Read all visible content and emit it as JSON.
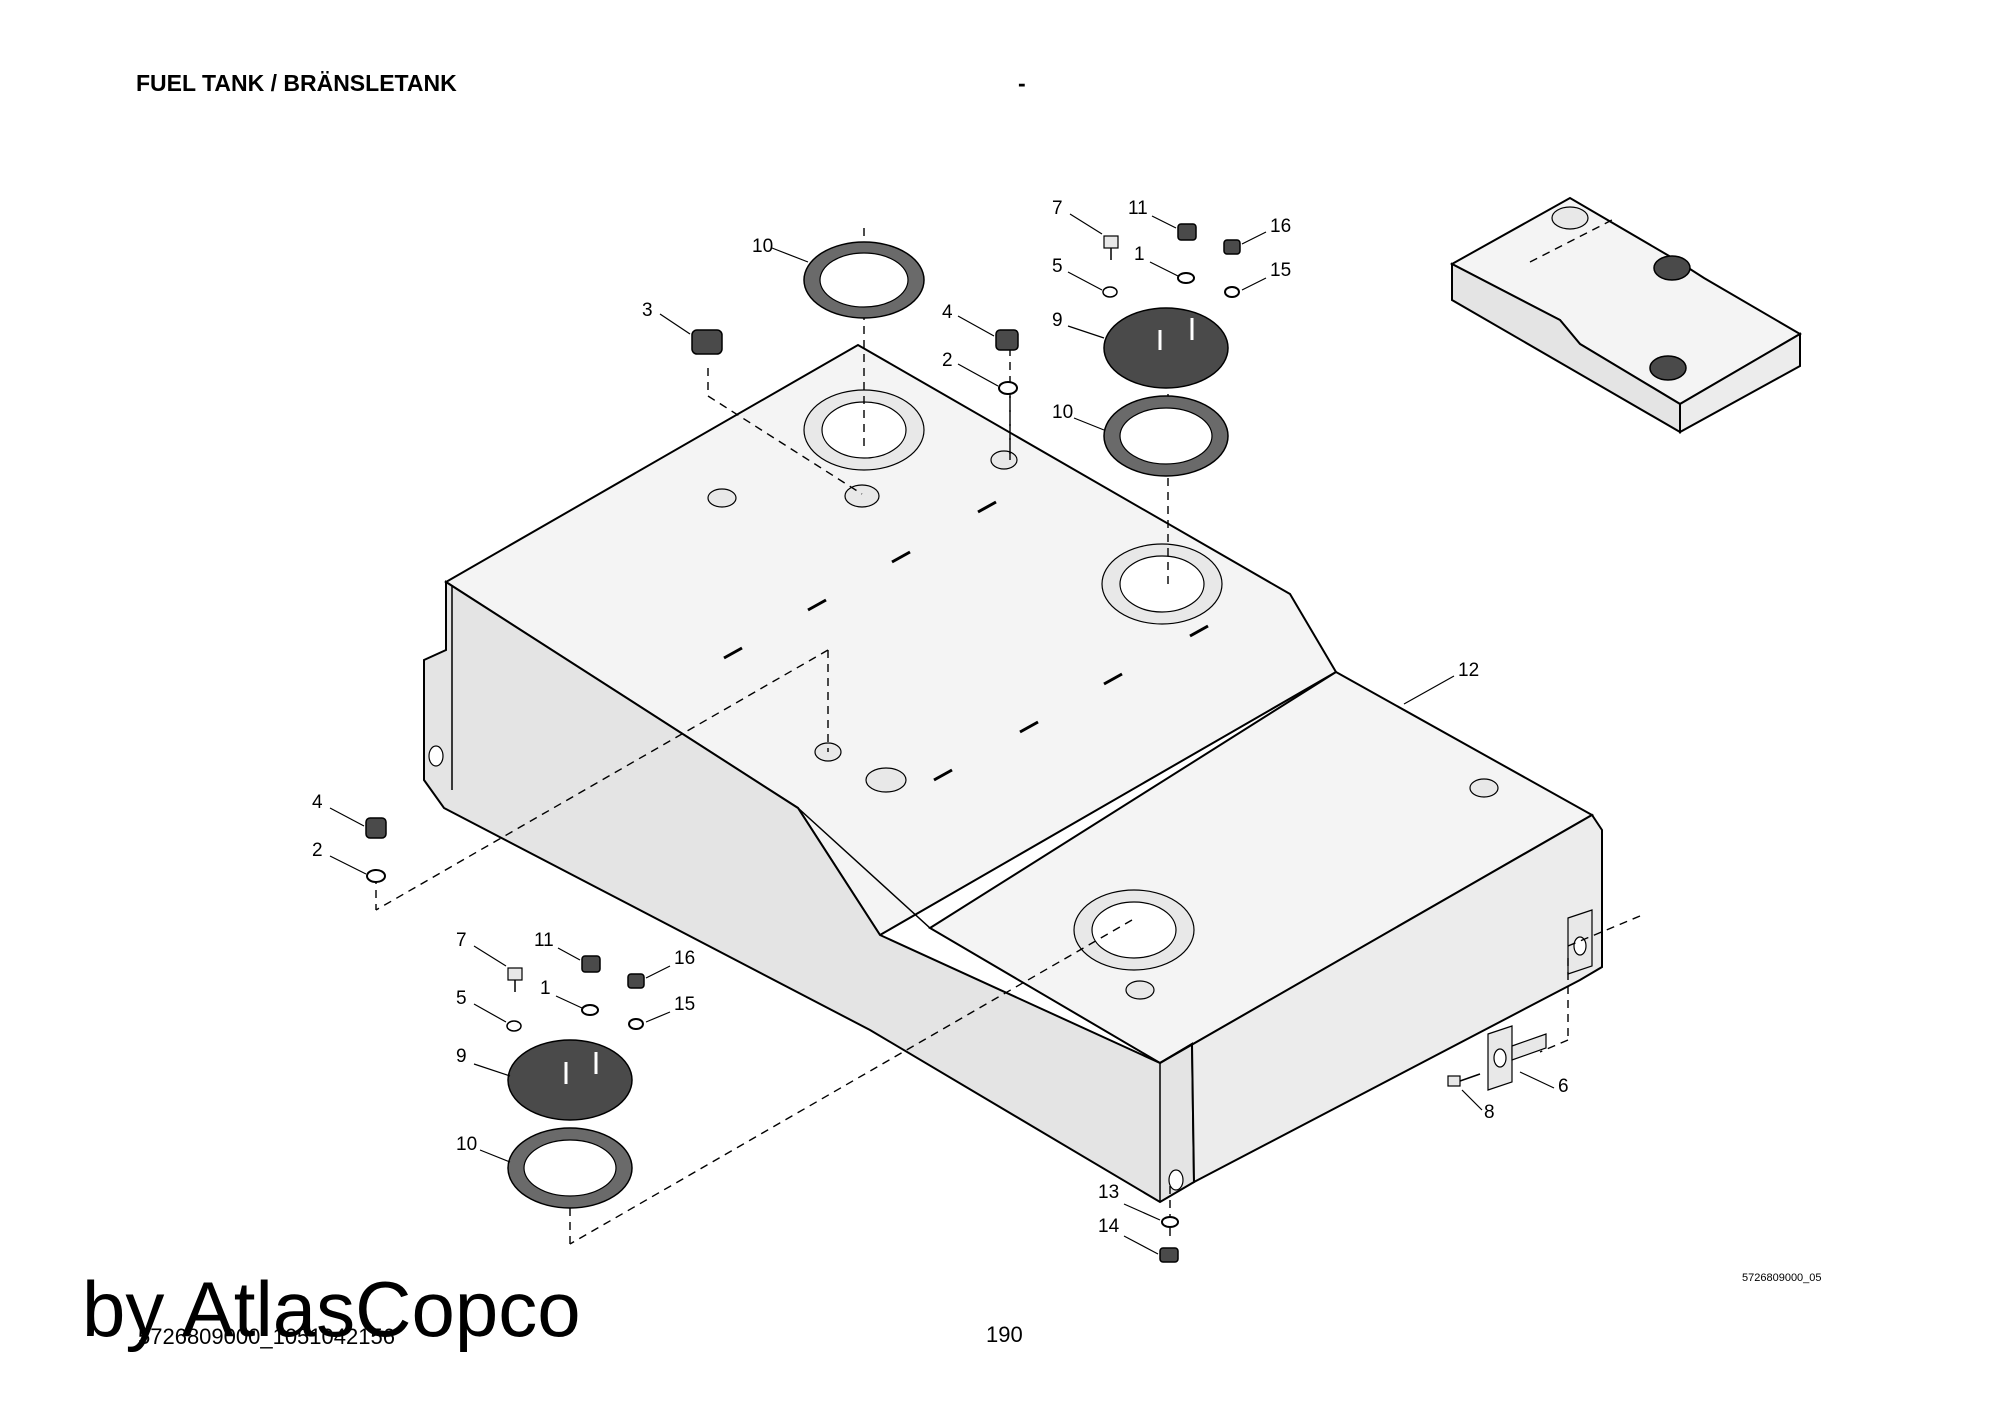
{
  "header": {
    "title": "FUEL TANK / BRÄNSLETANK",
    "dash": "-"
  },
  "callouts": [
    {
      "id": "c-10-top",
      "text": "10"
    },
    {
      "id": "c-3",
      "text": "3"
    },
    {
      "id": "c-4-top",
      "text": "4"
    },
    {
      "id": "c-2-top",
      "text": "2"
    },
    {
      "id": "c-7-top",
      "text": "7"
    },
    {
      "id": "c-11-top",
      "text": "11"
    },
    {
      "id": "c-16-top",
      "text": "16"
    },
    {
      "id": "c-5-top",
      "text": "5"
    },
    {
      "id": "c-1-top",
      "text": "1"
    },
    {
      "id": "c-15-top",
      "text": "15"
    },
    {
      "id": "c-9-top",
      "text": "9"
    },
    {
      "id": "c-10-mid",
      "text": "10"
    },
    {
      "id": "c-12",
      "text": "12"
    },
    {
      "id": "c-4-left",
      "text": "4"
    },
    {
      "id": "c-2-left",
      "text": "2"
    },
    {
      "id": "c-7-bot",
      "text": "7"
    },
    {
      "id": "c-11-bot",
      "text": "11"
    },
    {
      "id": "c-16-bot",
      "text": "16"
    },
    {
      "id": "c-5-bot",
      "text": "5"
    },
    {
      "id": "c-1-bot",
      "text": "1"
    },
    {
      "id": "c-15-bot",
      "text": "15"
    },
    {
      "id": "c-9-bot",
      "text": "9"
    },
    {
      "id": "c-10-bot",
      "text": "10"
    },
    {
      "id": "c-6",
      "text": "6"
    },
    {
      "id": "c-8",
      "text": "8"
    },
    {
      "id": "c-13",
      "text": "13"
    },
    {
      "id": "c-14",
      "text": "14"
    }
  ],
  "footer": {
    "drawing_id": "5726809000_05",
    "page_number": "190",
    "doc_ref": "5726809000_1051042156",
    "watermark": "by AtlasCopco"
  }
}
